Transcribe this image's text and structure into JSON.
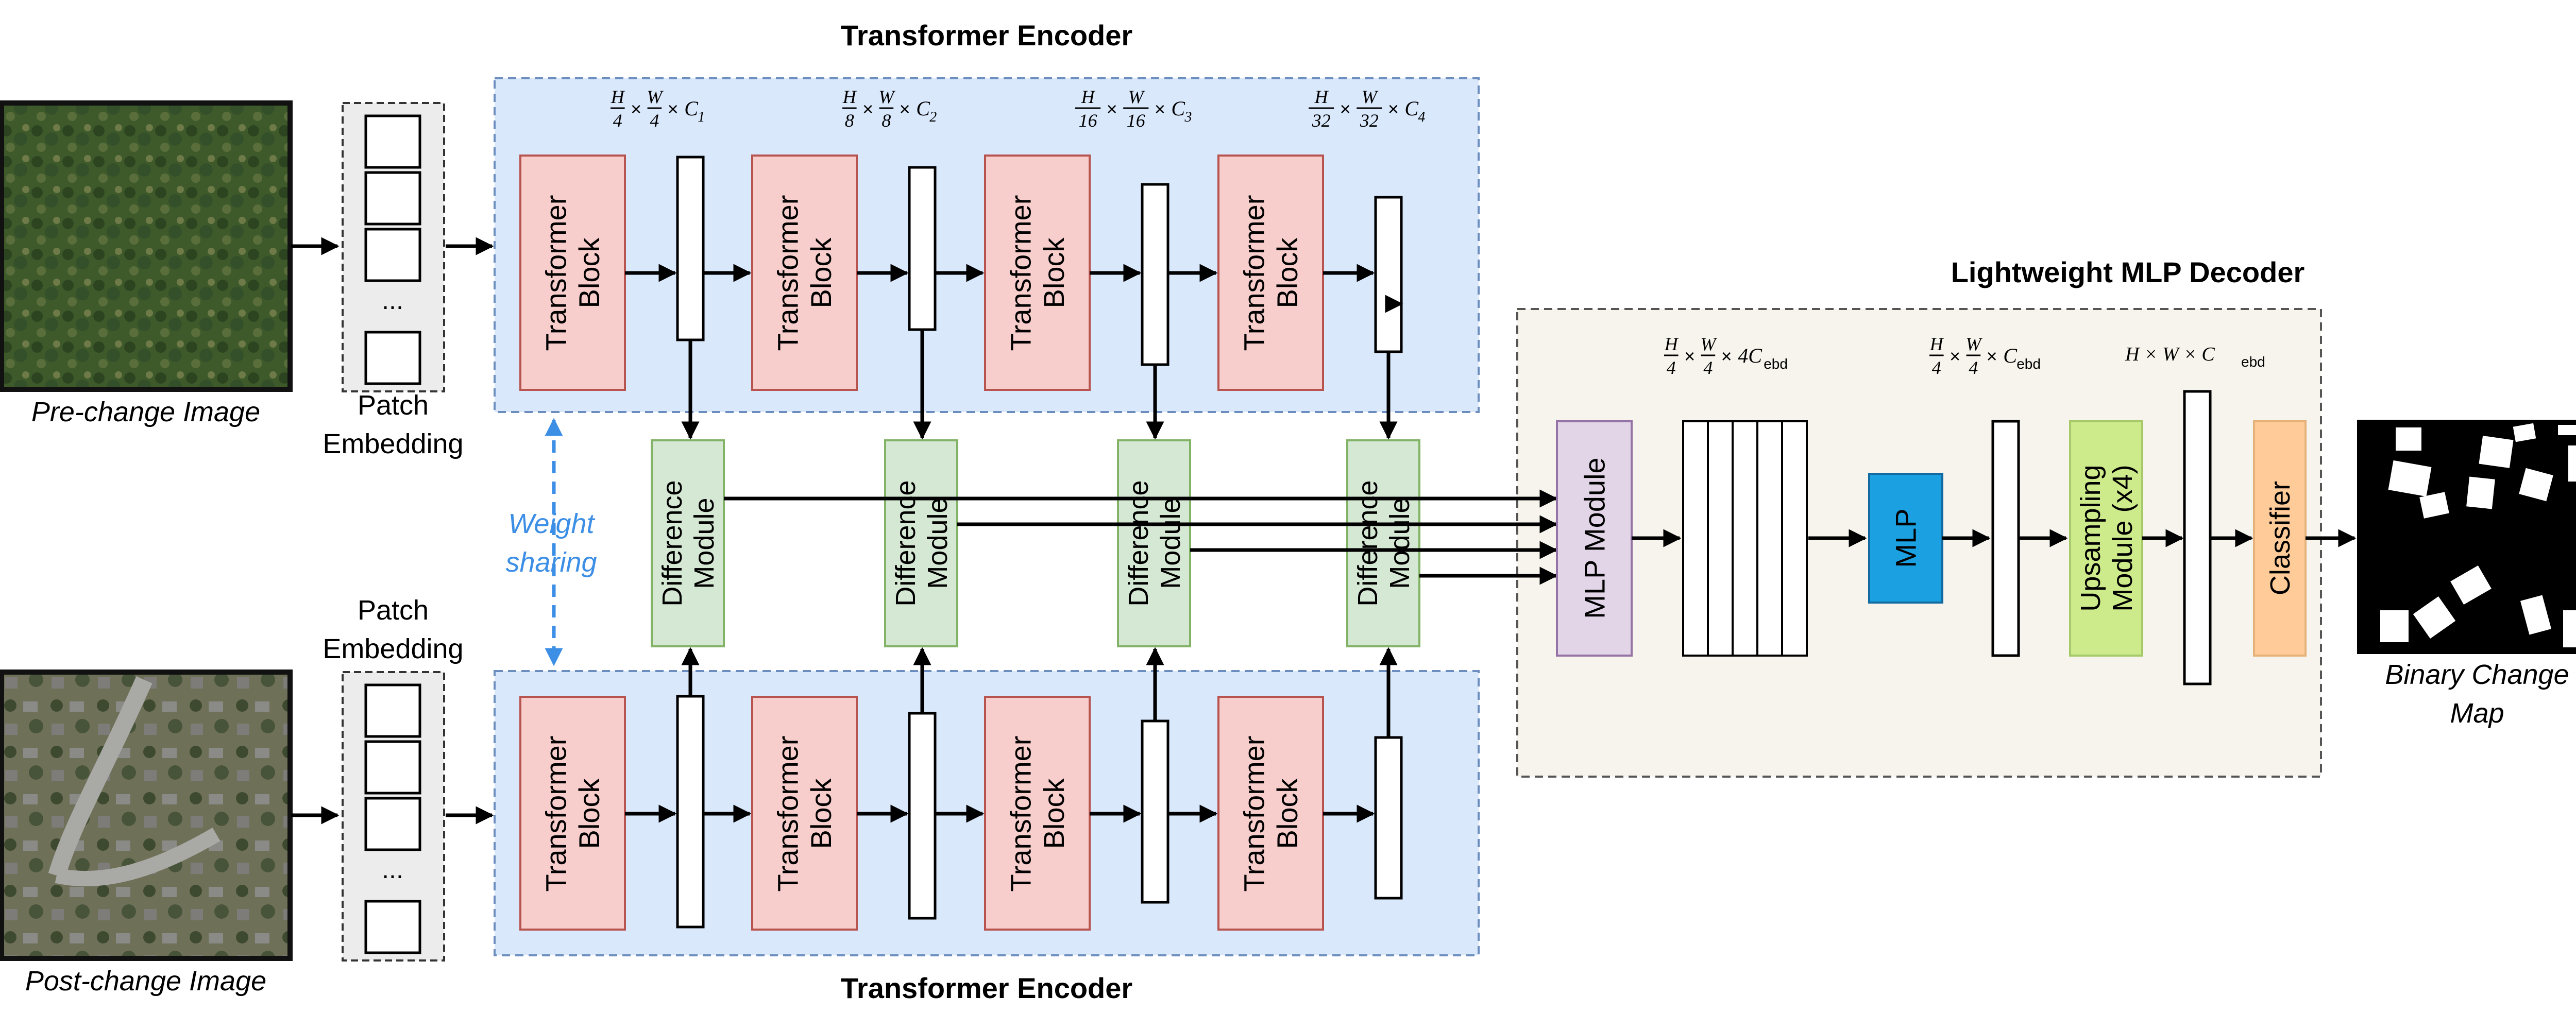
{
  "encoder_top_title": "Transformer Encoder",
  "encoder_bottom_title": "Transformer Encoder",
  "decoder_title": "Lightweight MLP Decoder",
  "pre_image_caption": "Pre-change Image",
  "post_image_caption": "Post-change Image",
  "patch_embedding_top": [
    "Patch",
    "Embedding"
  ],
  "patch_embedding_bottom": [
    "Patch",
    "Embedding"
  ],
  "patch_ellipsis": "...",
  "weight_sharing": [
    "Weight",
    "sharing"
  ],
  "transformer_block": [
    "Transformer",
    "Block"
  ],
  "difference_module": [
    "Difference",
    "Module"
  ],
  "stage_dims": [
    {
      "h": "H",
      "hd": "4",
      "w": "W",
      "wd": "4",
      "c": "C",
      "ci": "1"
    },
    {
      "h": "H",
      "hd": "8",
      "w": "W",
      "wd": "8",
      "c": "C",
      "ci": "2"
    },
    {
      "h": "H",
      "hd": "16",
      "w": "W",
      "wd": "16",
      "c": "C",
      "ci": "3"
    },
    {
      "h": "H",
      "hd": "32",
      "w": "W",
      "wd": "32",
      "c": "C",
      "ci": "4"
    }
  ],
  "decoder_dims": {
    "concat": {
      "h": "H",
      "hd": "4",
      "w": "W",
      "wd": "4",
      "c": "4C",
      "sub": "ebd"
    },
    "mlp_out": {
      "h": "H",
      "hd": "4",
      "w": "W",
      "wd": "4",
      "c": "C",
      "sub": "ebd"
    },
    "upsampled": {
      "text": "H × W × C",
      "sub": "ebd"
    }
  },
  "mlp_module_label": "MLP Module",
  "mlp_label": "MLP",
  "upsampling_label": [
    "Upsampling",
    "Module (x4)"
  ],
  "classifier_label": "Classifier",
  "output_caption": [
    "Binary Change",
    "Map"
  ],
  "colors": {
    "encoder_bg": "#dae8fc",
    "encoder_border": "#6c8ebf",
    "decoder_bg": "#f6f4ec",
    "transformer_fill": "#f8cecc",
    "transformer_border": "#b85450",
    "difference_fill": "#d5e8d4",
    "difference_border": "#82b366",
    "mlp_module_fill": "#e1d5e7",
    "mlp_module_border": "#9673a6",
    "mlp_fill": "#1ba1e2",
    "upsampling_fill": "#cdeb8b",
    "classifier_fill": "#ffcc99",
    "weight_sharing": "#3d8fe6"
  }
}
